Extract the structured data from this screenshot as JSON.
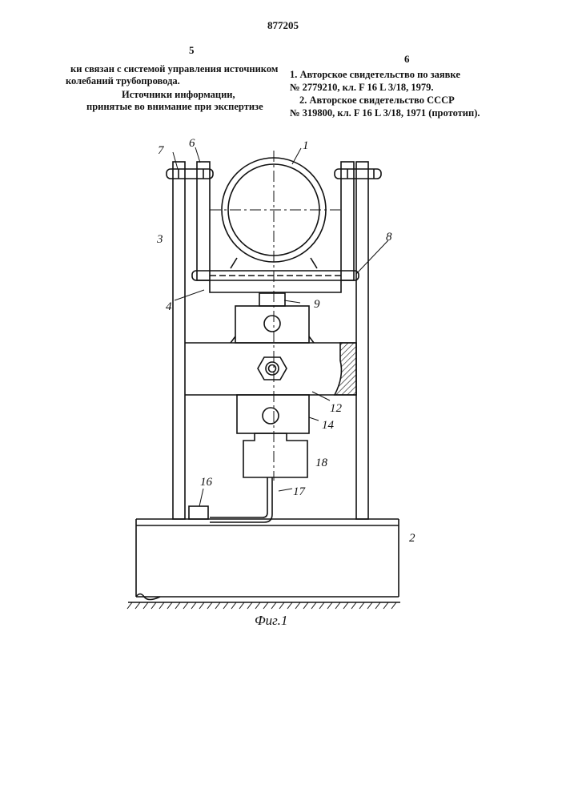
{
  "header": {
    "patent_number": "877205",
    "left_column_number": "5",
    "right_column_number": "6"
  },
  "left_column": {
    "lines": [
      "ки связан с системой управления источником",
      "колебаний трубопровода.",
      "Источники информации,",
      "принятые во внимание при экспертизе"
    ]
  },
  "right_column": {
    "lines": [
      "1. Авторское свидетельство по заявке",
      "№ 2779210, кл. F 16 L 3/18, 1979.",
      "2. Авторское свидетельство СССР",
      "№ 319800, кл. F 16 L 3/18, 1971 (прототип)."
    ]
  },
  "figure": {
    "caption": "Фиг.1",
    "labels": [
      "1",
      "2",
      "3",
      "4",
      "6",
      "7",
      "8",
      "9",
      "12",
      "14",
      "16",
      "17",
      "18"
    ]
  }
}
